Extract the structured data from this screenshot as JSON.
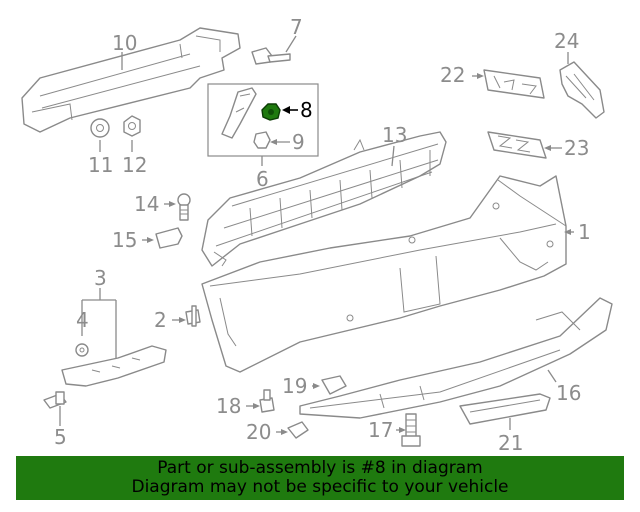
{
  "callouts": {
    "c1": "1",
    "c2": "2",
    "c3": "3",
    "c4": "4",
    "c5": "5",
    "c6": "6",
    "c7": "7",
    "c8": "8",
    "c9": "9",
    "c10": "10",
    "c11": "11",
    "c12": "12",
    "c13": "13",
    "c14": "14",
    "c15": "15",
    "c16": "16",
    "c17": "17",
    "c18": "18",
    "c19": "19",
    "c20": "20",
    "c21": "21",
    "c22": "22",
    "c23": "23",
    "c24": "24"
  },
  "highlighted_part": "8",
  "colors": {
    "line_art": "#8a8a8a",
    "highlight_part": "#1f7a0f",
    "footer_background": "#1f7a0f",
    "footer_text": "#000000"
  },
  "footer": {
    "line1": "Part or sub-assembly is #8 in diagram",
    "line2": "Diagram may not be specific to your vehicle"
  }
}
